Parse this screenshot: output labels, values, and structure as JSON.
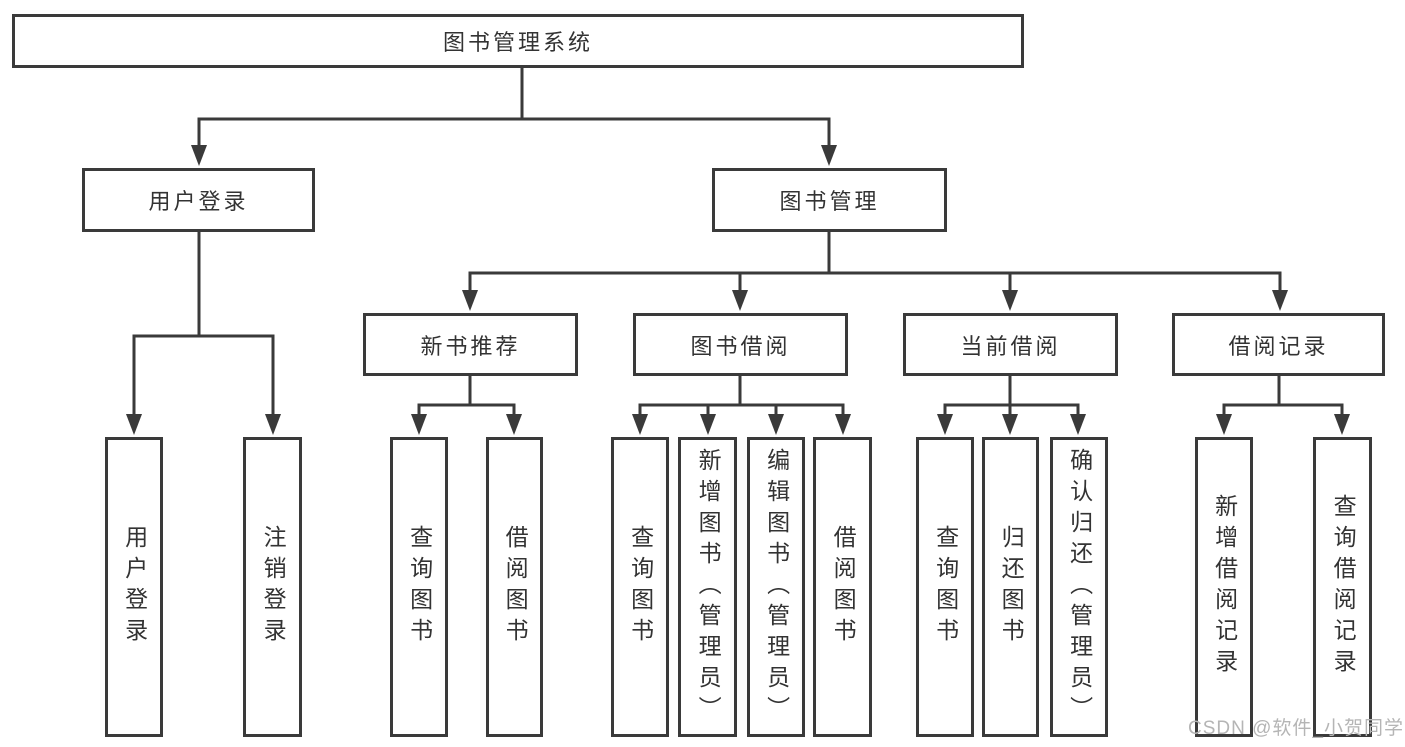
{
  "tree": {
    "root": {
      "label": "图书管理系统"
    },
    "branches": [
      {
        "label": "用户登录",
        "children": [
          "用户登录",
          "注销登录"
        ]
      },
      {
        "label": "图书管理",
        "children": [
          {
            "label": "新书推荐",
            "children": [
              "查询图书",
              "借阅图书"
            ]
          },
          {
            "label": "图书借阅",
            "children": [
              "查询图书",
              "新增图书（管理员）",
              "编辑图书（管理员）",
              "借阅图书"
            ]
          },
          {
            "label": "当前借阅",
            "children": [
              "查询图书",
              "归还图书",
              "确认归还（管理员）"
            ]
          },
          {
            "label": "借阅记录",
            "children": [
              "新增借阅记录",
              "查询借阅记录"
            ]
          }
        ]
      }
    ]
  },
  "watermark": {
    "text": "CSDN @软件_小贺同学"
  },
  "colors": {
    "line": "#3a3a3a",
    "box_border": "#3a3a3a",
    "text": "#333333",
    "watermark": "#b5b5b5",
    "background": "#ffffff"
  }
}
